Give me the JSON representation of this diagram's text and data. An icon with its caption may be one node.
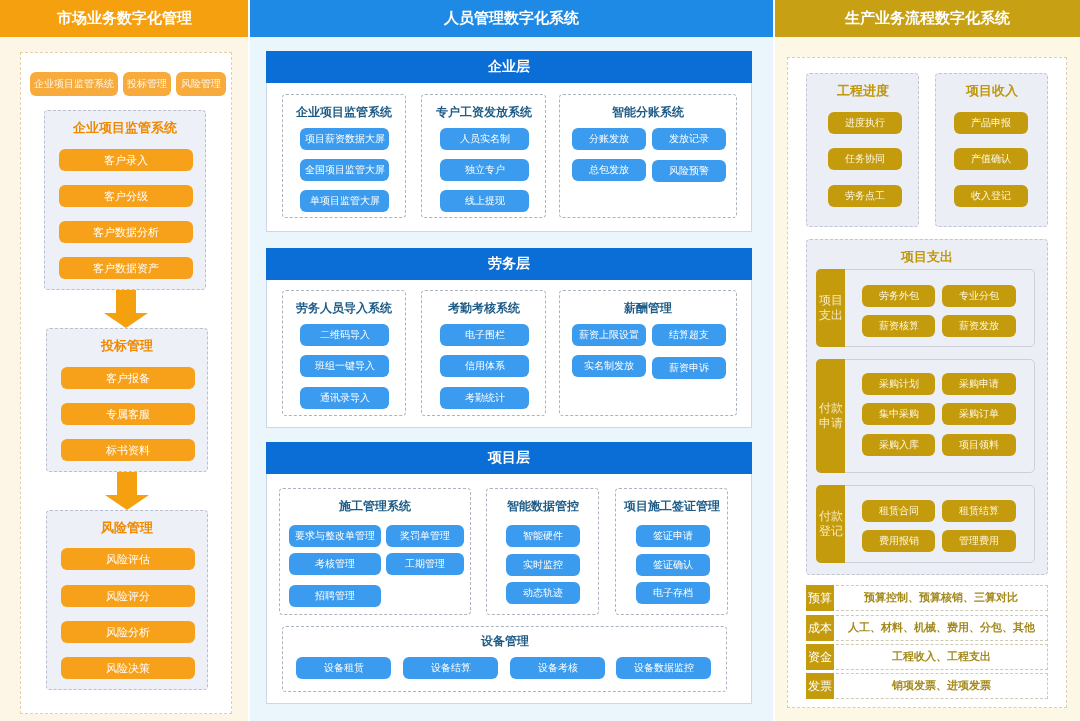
{
  "diagram": {
    "nodes": [
      {
        "text": [
          "市场业务数字化管理"
        ]
      },
      {
        "text": [
          "企业项目监管系统"
        ],
        "in": 0
      },
      {
        "text": [
          "投标管理"
        ],
        "in": 0
      },
      {
        "text": [
          "风险管理"
        ],
        "in": 0
      },
      {
        "text": [
          "企业项目监管系统"
        ],
        "in": 0
      },
      {
        "text": [
          "客户录入"
        ],
        "in": 4
      },
      {
        "text": [
          "客户分级"
        ],
        "in": 4
      },
      {
        "text": [
          "客户数据分析"
        ],
        "in": 4
      },
      {
        "text": [
          "客户数据资产"
        ],
        "in": 4
      },
      {
        "text": [
          "投标管理"
        ],
        "in": 0
      },
      {
        "text": [
          "客户报备"
        ],
        "in": 9
      },
      {
        "text": [
          "专属客服"
        ],
        "in": 9
      },
      {
        "text": [
          "标书资料"
        ],
        "in": 9
      },
      {
        "text": [
          "风险管理"
        ],
        "in": 0
      },
      {
        "text": [
          "风险评估"
        ],
        "in": 13
      },
      {
        "text": [
          "风险评分"
        ],
        "in": 13
      },
      {
        "text": [
          "风险分析"
        ],
        "in": 13
      },
      {
        "text": [
          "风险决策"
        ],
        "in": 13
      },
      {
        "text": [
          "人员管理数字化系统"
        ]
      },
      {
        "text": [
          "企业层"
        ],
        "in": 18
      },
      {
        "text": [
          "企业项目监管系统"
        ],
        "in": 19
      },
      {
        "text": [
          "项目薪资数据大屏"
        ],
        "in": 20
      },
      {
        "text": [
          "全国项目监管大屏"
        ],
        "in": 20
      },
      {
        "text": [
          "单项目监管大屏"
        ],
        "in": 20
      },
      {
        "text": [
          "专户工资发放系统"
        ],
        "in": 19
      },
      {
        "text": [
          "人员实名制"
        ],
        "in": 24
      },
      {
        "text": [
          "独立专户"
        ],
        "in": 24
      },
      {
        "text": [
          "线上提现"
        ],
        "in": 24
      },
      {
        "text": [
          "智能分账系统"
        ],
        "in": 19
      },
      {
        "text": [
          "分账发放"
        ],
        "in": 28
      },
      {
        "text": [
          "发放记录"
        ],
        "in": 28
      },
      {
        "text": [
          "总包发放"
        ],
        "in": 28
      },
      {
        "text": [
          "风险预警"
        ],
        "in": 28
      },
      {
        "text": [
          "劳务层"
        ],
        "in": 18
      },
      {
        "text": [
          "劳务人员导入系统"
        ],
        "in": 33
      },
      {
        "text": [
          "二维码导入"
        ],
        "in": 34
      },
      {
        "text": [
          "班组一键导入"
        ],
        "in": 34
      },
      {
        "text": [
          "通讯录导入"
        ],
        "in": 34
      },
      {
        "text": [
          "考勤考核系统"
        ],
        "in": 33
      },
      {
        "text": [
          "电子围栏"
        ],
        "in": 38
      },
      {
        "text": [
          "信用体系"
        ],
        "in": 38
      },
      {
        "text": [
          "考勤统计"
        ],
        "in": 38
      },
      {
        "text": [
          "薪酬管理"
        ],
        "in": 33
      },
      {
        "text": [
          "薪资上限设置"
        ],
        "in": 42
      },
      {
        "text": [
          "结算超支"
        ],
        "in": 42
      },
      {
        "text": [
          "实名制发放"
        ],
        "in": 42
      },
      {
        "text": [
          "薪资申诉"
        ],
        "in": 42
      },
      {
        "text": [
          "项目层"
        ],
        "in": 18
      },
      {
        "text": [
          "施工管理系统"
        ],
        "in": 47
      },
      {
        "text": [
          "要求与整改单管理"
        ],
        "in": 48
      },
      {
        "text": [
          "奖罚单管理"
        ],
        "in": 48
      },
      {
        "text": [
          "考核管理"
        ],
        "in": 48
      },
      {
        "text": [
          "工期管理"
        ],
        "in": 48
      },
      {
        "text": [
          "招聘管理"
        ],
        "in": 48
      },
      {
        "text": [
          "智能数据管控"
        ],
        "in": 47
      },
      {
        "text": [
          "智能硬件"
        ],
        "in": 54
      },
      {
        "text": [
          "实时监控"
        ],
        "in": 54
      },
      {
        "text": [
          "动态轨迹"
        ],
        "in": 54
      },
      {
        "text": [
          "项目施工签证管理"
        ],
        "in": 47
      },
      {
        "text": [
          "签证申请"
        ],
        "in": 58
      },
      {
        "text": [
          "签证确认"
        ],
        "in": 58
      },
      {
        "text": [
          "电子存档"
        ],
        "in": 58
      },
      {
        "text": [
          "设备管理"
        ],
        "in": 47
      },
      {
        "text": [
          "设备租赁"
        ],
        "in": 62
      },
      {
        "text": [
          "设备结算"
        ],
        "in": 62
      },
      {
        "text": [
          "设备考核"
        ],
        "in": 62
      },
      {
        "text": [
          "设备数据监控"
        ],
        "in": 62
      },
      {
        "text": [
          "生产业务流程数字化系统"
        ]
      },
      {
        "text": [
          "工程进度"
        ],
        "in": 67
      },
      {
        "text": [
          "进度执行"
        ],
        "in": 68
      },
      {
        "text": [
          "任务协同"
        ],
        "in": 68
      },
      {
        "text": [
          "劳务点工"
        ],
        "in": 68
      },
      {
        "text": [
          "项目收入"
        ],
        "in": 67
      },
      {
        "text": [
          "产品申报"
        ],
        "in": 72
      },
      {
        "text": [
          "产值确认"
        ],
        "in": 72
      },
      {
        "text": [
          "收入登记"
        ],
        "in": 72
      },
      {
        "text": [
          "项目支出"
        ],
        "in": 67
      },
      {
        "text": [
          "项目支出"
        ],
        "in": 76
      },
      {
        "text": [
          "劳务外包"
        ],
        "in": 77
      },
      {
        "text": [
          "专业分包"
        ],
        "in": 77
      },
      {
        "text": [
          "薪资核算"
        ],
        "in": 77
      },
      {
        "text": [
          "薪资发放"
        ],
        "in": 77
      },
      {
        "text": [
          "付款申请"
        ],
        "in": 76
      },
      {
        "text": [
          "采购计划"
        ],
        "in": 82
      },
      {
        "text": [
          "采购申请"
        ],
        "in": 82
      },
      {
        "text": [
          "集中采购"
        ],
        "in": 82
      },
      {
        "text": [
          "采购订单"
        ],
        "in": 82
      },
      {
        "text": [
          "采购入库"
        ],
        "in": 82
      },
      {
        "text": [
          "项目领料"
        ],
        "in": 82
      },
      {
        "text": [
          "付款登记"
        ],
        "in": 76
      },
      {
        "text": [
          "租赁合同"
        ],
        "in": 89
      },
      {
        "text": [
          "租赁结算"
        ],
        "in": 89
      },
      {
        "text": [
          "费用报销"
        ],
        "in": 89
      },
      {
        "text": [
          "管理费用"
        ],
        "in": 89
      },
      {
        "text": [
          "预算",
          "预算控制、预算核销、三算对比"
        ],
        "in": 67
      },
      {
        "text": [
          "成本",
          "人工、材料、机械、费用、分包、其他"
        ],
        "in": 67
      },
      {
        "text": [
          "资金",
          "工程收入、工程支出"
        ],
        "in": 67
      },
      {
        "text": [
          "发票",
          "销项发票、进项发票"
        ],
        "in": 67
      }
    ],
    "edges": [
      {
        "from": 4,
        "to": 9,
        "arrow": "to"
      },
      {
        "from": 9,
        "to": 13,
        "arrow": "to"
      }
    ]
  }
}
